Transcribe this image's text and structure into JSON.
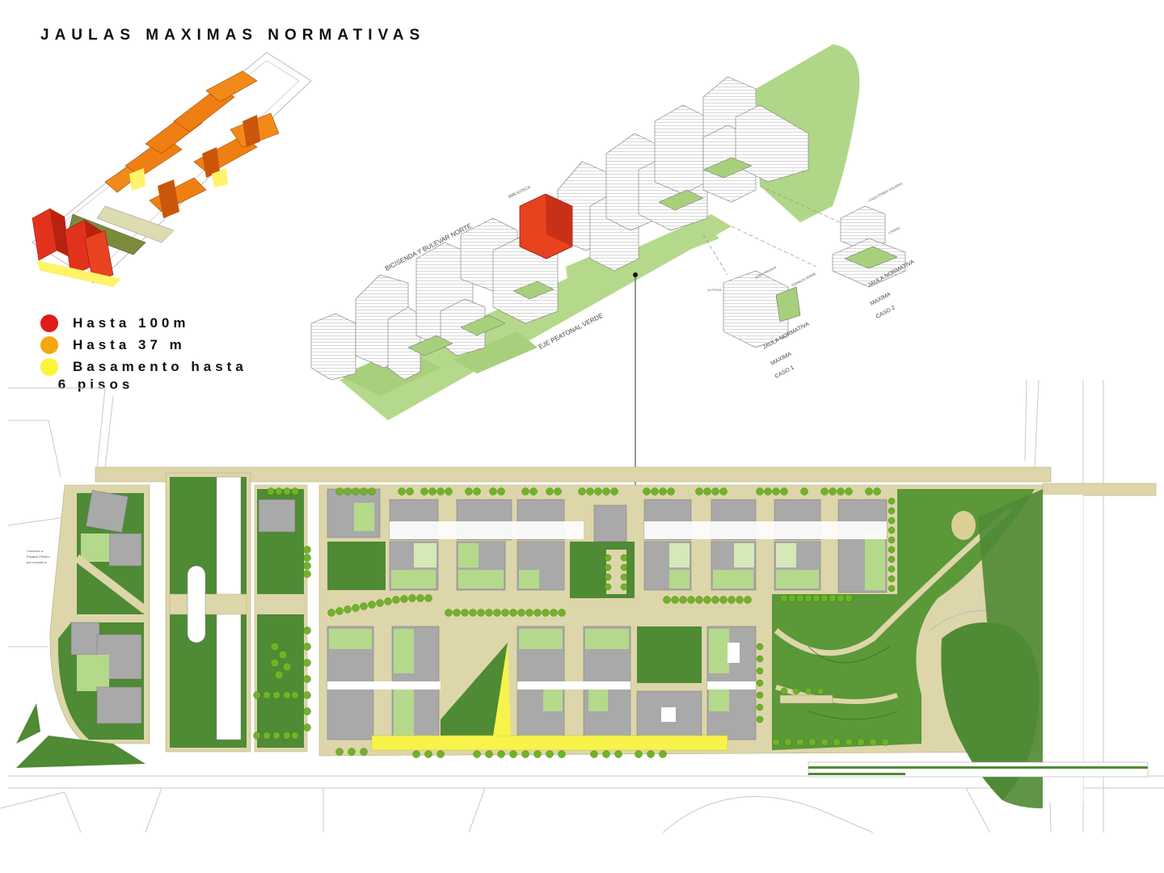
{
  "page": {
    "title": "JAULAS MAXIMAS NORMATIVAS"
  },
  "legend": {
    "items": [
      {
        "label": "Hasta 100m",
        "color": "#e01b1b"
      },
      {
        "label": "Hasta 37 m",
        "color": "#f5a70f"
      },
      {
        "label": "Basamento hasta",
        "color": "#fbf43a"
      },
      {
        "label": " 6 pisos",
        "color": ""
      }
    ]
  },
  "isometric": {
    "street_label": "BICISENDA Y BULEVAR NORTE",
    "path_label": "EJE PEATONAL VERDE",
    "tower_label": "BIBLIOTECA",
    "case1": {
      "line1": "JAULA NORMATIVA",
      "line2": "MAXIMA",
      "line3": "CASO 1"
    },
    "case2": {
      "line1": "JAULA NORMATIVA",
      "line2": "MAXIMA",
      "line3": "CASO 2"
    },
    "note_area": "AREA PRIVADA",
    "note_collectors": "COLECTORES SOLARES",
    "note_terrace": "TERRAZA VERDE",
    "note_floors": "4 PISOS",
    "note_height": "11 PISOS"
  },
  "plan": {
    "side_note_line1": "Conexion a",
    "side_note_line2": "Espacio Publico",
    "side_note_line3": "par cruzado A"
  },
  "colors": {
    "green_dark": "#4f8a35",
    "green_mid": "#6fa547",
    "green_light": "#b5d98b",
    "sand": "#d9d2a3",
    "grey_block": "#a9a9a9",
    "red": "#e2321c",
    "orange": "#f07f13",
    "yellow": "#f7f34a"
  }
}
